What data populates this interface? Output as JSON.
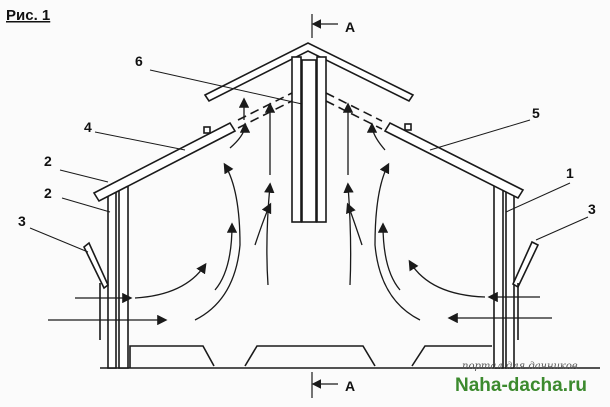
{
  "figure": {
    "title": "Рис. 1",
    "section_label_top": "A",
    "section_label_bottom": "A",
    "labels": [
      "1",
      "2",
      "2",
      "3",
      "3",
      "4",
      "5",
      "6"
    ]
  },
  "watermark": {
    "subtitle": "портал для дачников",
    "site": "Naha-dacha.ru"
  },
  "colors": {
    "line": "#1a1a1a",
    "watermark": "#3c8a2e"
  }
}
